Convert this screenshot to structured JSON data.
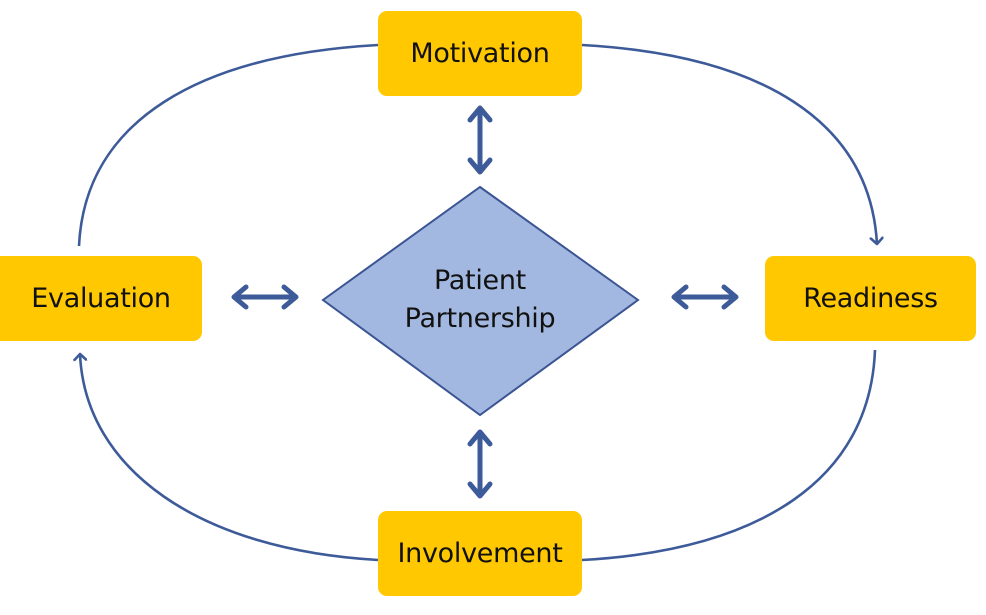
{
  "diagram": {
    "title": "Patient Partnership cycle",
    "center": {
      "line1": "Patient",
      "line2": "Partnership"
    },
    "nodes": {
      "top": "Motivation",
      "right": "Readiness",
      "bottom": "Involvement",
      "left": "Evaluation"
    },
    "cycle_flow": [
      "Motivation",
      "Readiness",
      "Involvement",
      "Evaluation"
    ],
    "connections": [
      {
        "from": "Patient Partnership",
        "to": "Motivation",
        "type": "bidirectional"
      },
      {
        "from": "Patient Partnership",
        "to": "Readiness",
        "type": "bidirectional"
      },
      {
        "from": "Patient Partnership",
        "to": "Involvement",
        "type": "bidirectional"
      },
      {
        "from": "Patient Partnership",
        "to": "Evaluation",
        "type": "bidirectional"
      },
      {
        "from": "Motivation",
        "to": "Readiness",
        "type": "curved-arrow"
      },
      {
        "from": "Readiness",
        "to": "Involvement",
        "type": "curved-line"
      },
      {
        "from": "Involvement",
        "to": "Evaluation",
        "type": "curved-arrow"
      },
      {
        "from": "Evaluation",
        "to": "Motivation",
        "type": "curved-line"
      }
    ],
    "colors": {
      "box": "#ffc800",
      "diamond_fill": "#a3b8e0",
      "diamond_stroke": "#3b5594",
      "arrow": "#3d5a99",
      "text": "#111111"
    }
  }
}
